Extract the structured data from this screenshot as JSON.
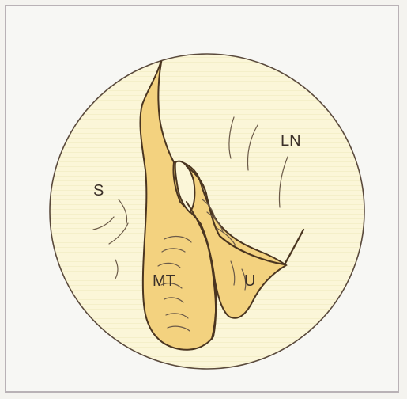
{
  "diagram": {
    "labels": {
      "s": "S",
      "ln": "LN",
      "mt": "MT",
      "u": "U"
    },
    "colors": {
      "background": "#f7f7f4",
      "frame_border": "#b9b2b6",
      "field_fill": "#fbf6d8",
      "field_stroke": "#5a4a3c",
      "structure_fill": "#f3d27f",
      "outline": "#4a3520",
      "texture": "#6b5a48"
    }
  }
}
